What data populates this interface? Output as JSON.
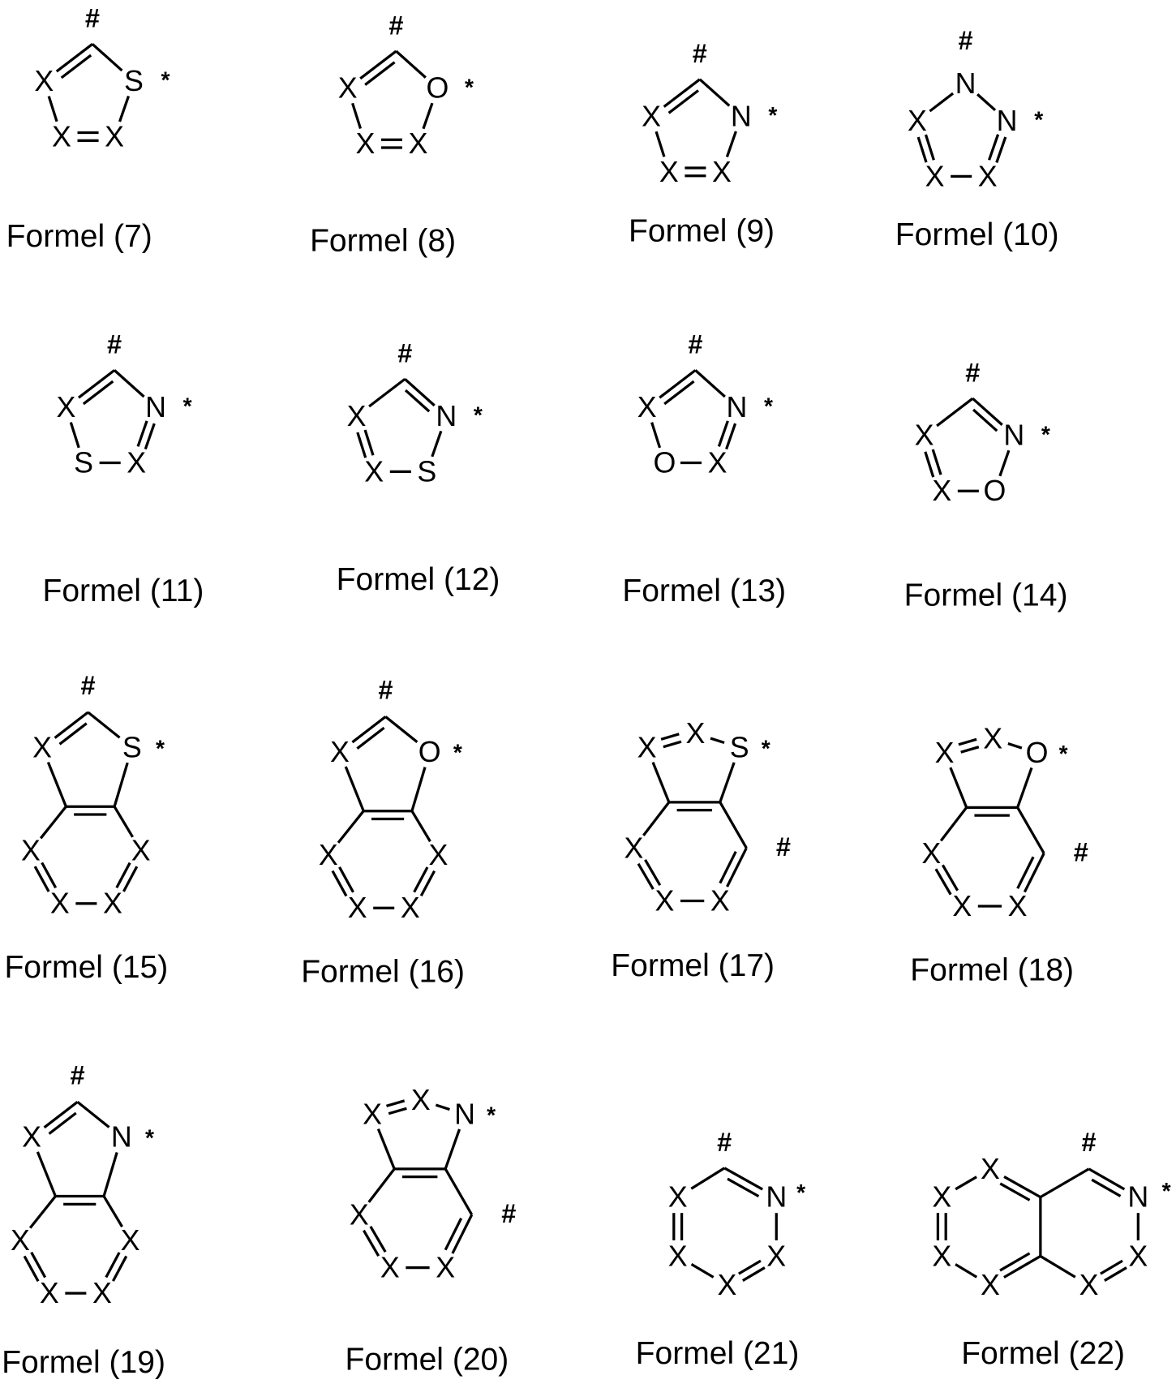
{
  "formulas": [
    {
      "label": "Formel (7)",
      "atoms": [
        "X",
        "S",
        "X",
        "X",
        "#",
        "*"
      ]
    },
    {
      "label": "Formel (8)",
      "atoms": [
        "X",
        "O",
        "X",
        "X",
        "#",
        "*"
      ]
    },
    {
      "label": "Formel (9)",
      "atoms": [
        "X",
        "N",
        "X",
        "X",
        "#",
        "*"
      ]
    },
    {
      "label": "Formel (10)",
      "atoms": [
        "N",
        "X",
        "N",
        "X",
        "X",
        "#",
        "*"
      ]
    },
    {
      "label": "Formel (11)",
      "atoms": [
        "X",
        "N",
        "S",
        "X",
        "#",
        "*"
      ]
    },
    {
      "label": "Formel (12)",
      "atoms": [
        "X",
        "N",
        "X",
        "S",
        "#",
        "*"
      ]
    },
    {
      "label": "Formel (13)",
      "atoms": [
        "X",
        "N",
        "O",
        "X",
        "#",
        "*"
      ]
    },
    {
      "label": "Formel (14)",
      "atoms": [
        "X",
        "N",
        "X",
        "O",
        "#",
        "*"
      ]
    },
    {
      "label": "Formel (15)",
      "atoms": [
        "X",
        "S",
        "X",
        "X",
        "X",
        "X",
        "#",
        "*"
      ]
    },
    {
      "label": "Formel (16)",
      "atoms": [
        "X",
        "O",
        "X",
        "X",
        "X",
        "X",
        "#",
        "*"
      ]
    },
    {
      "label": "Formel (17)",
      "atoms": [
        "X",
        "X",
        "S",
        "X",
        "X",
        "X",
        "#",
        "*"
      ]
    },
    {
      "label": "Formel (18)",
      "atoms": [
        "X",
        "X",
        "O",
        "X",
        "X",
        "X",
        "#",
        "*"
      ]
    },
    {
      "label": "Formel (19)",
      "atoms": [
        "X",
        "N",
        "X",
        "X",
        "X",
        "X",
        "#",
        "*"
      ]
    },
    {
      "label": "Formel (20)",
      "atoms": [
        "X",
        "X",
        "N",
        "X",
        "X",
        "X",
        "#",
        "*"
      ]
    },
    {
      "label": "Formel (21)",
      "atoms": [
        "N",
        "X",
        "X",
        "X",
        "X",
        "#",
        "*"
      ]
    },
    {
      "label": "Formel (22)",
      "atoms": [
        "X",
        "X",
        "X",
        "X",
        "N",
        "X",
        "X",
        "#",
        "*"
      ]
    }
  ]
}
